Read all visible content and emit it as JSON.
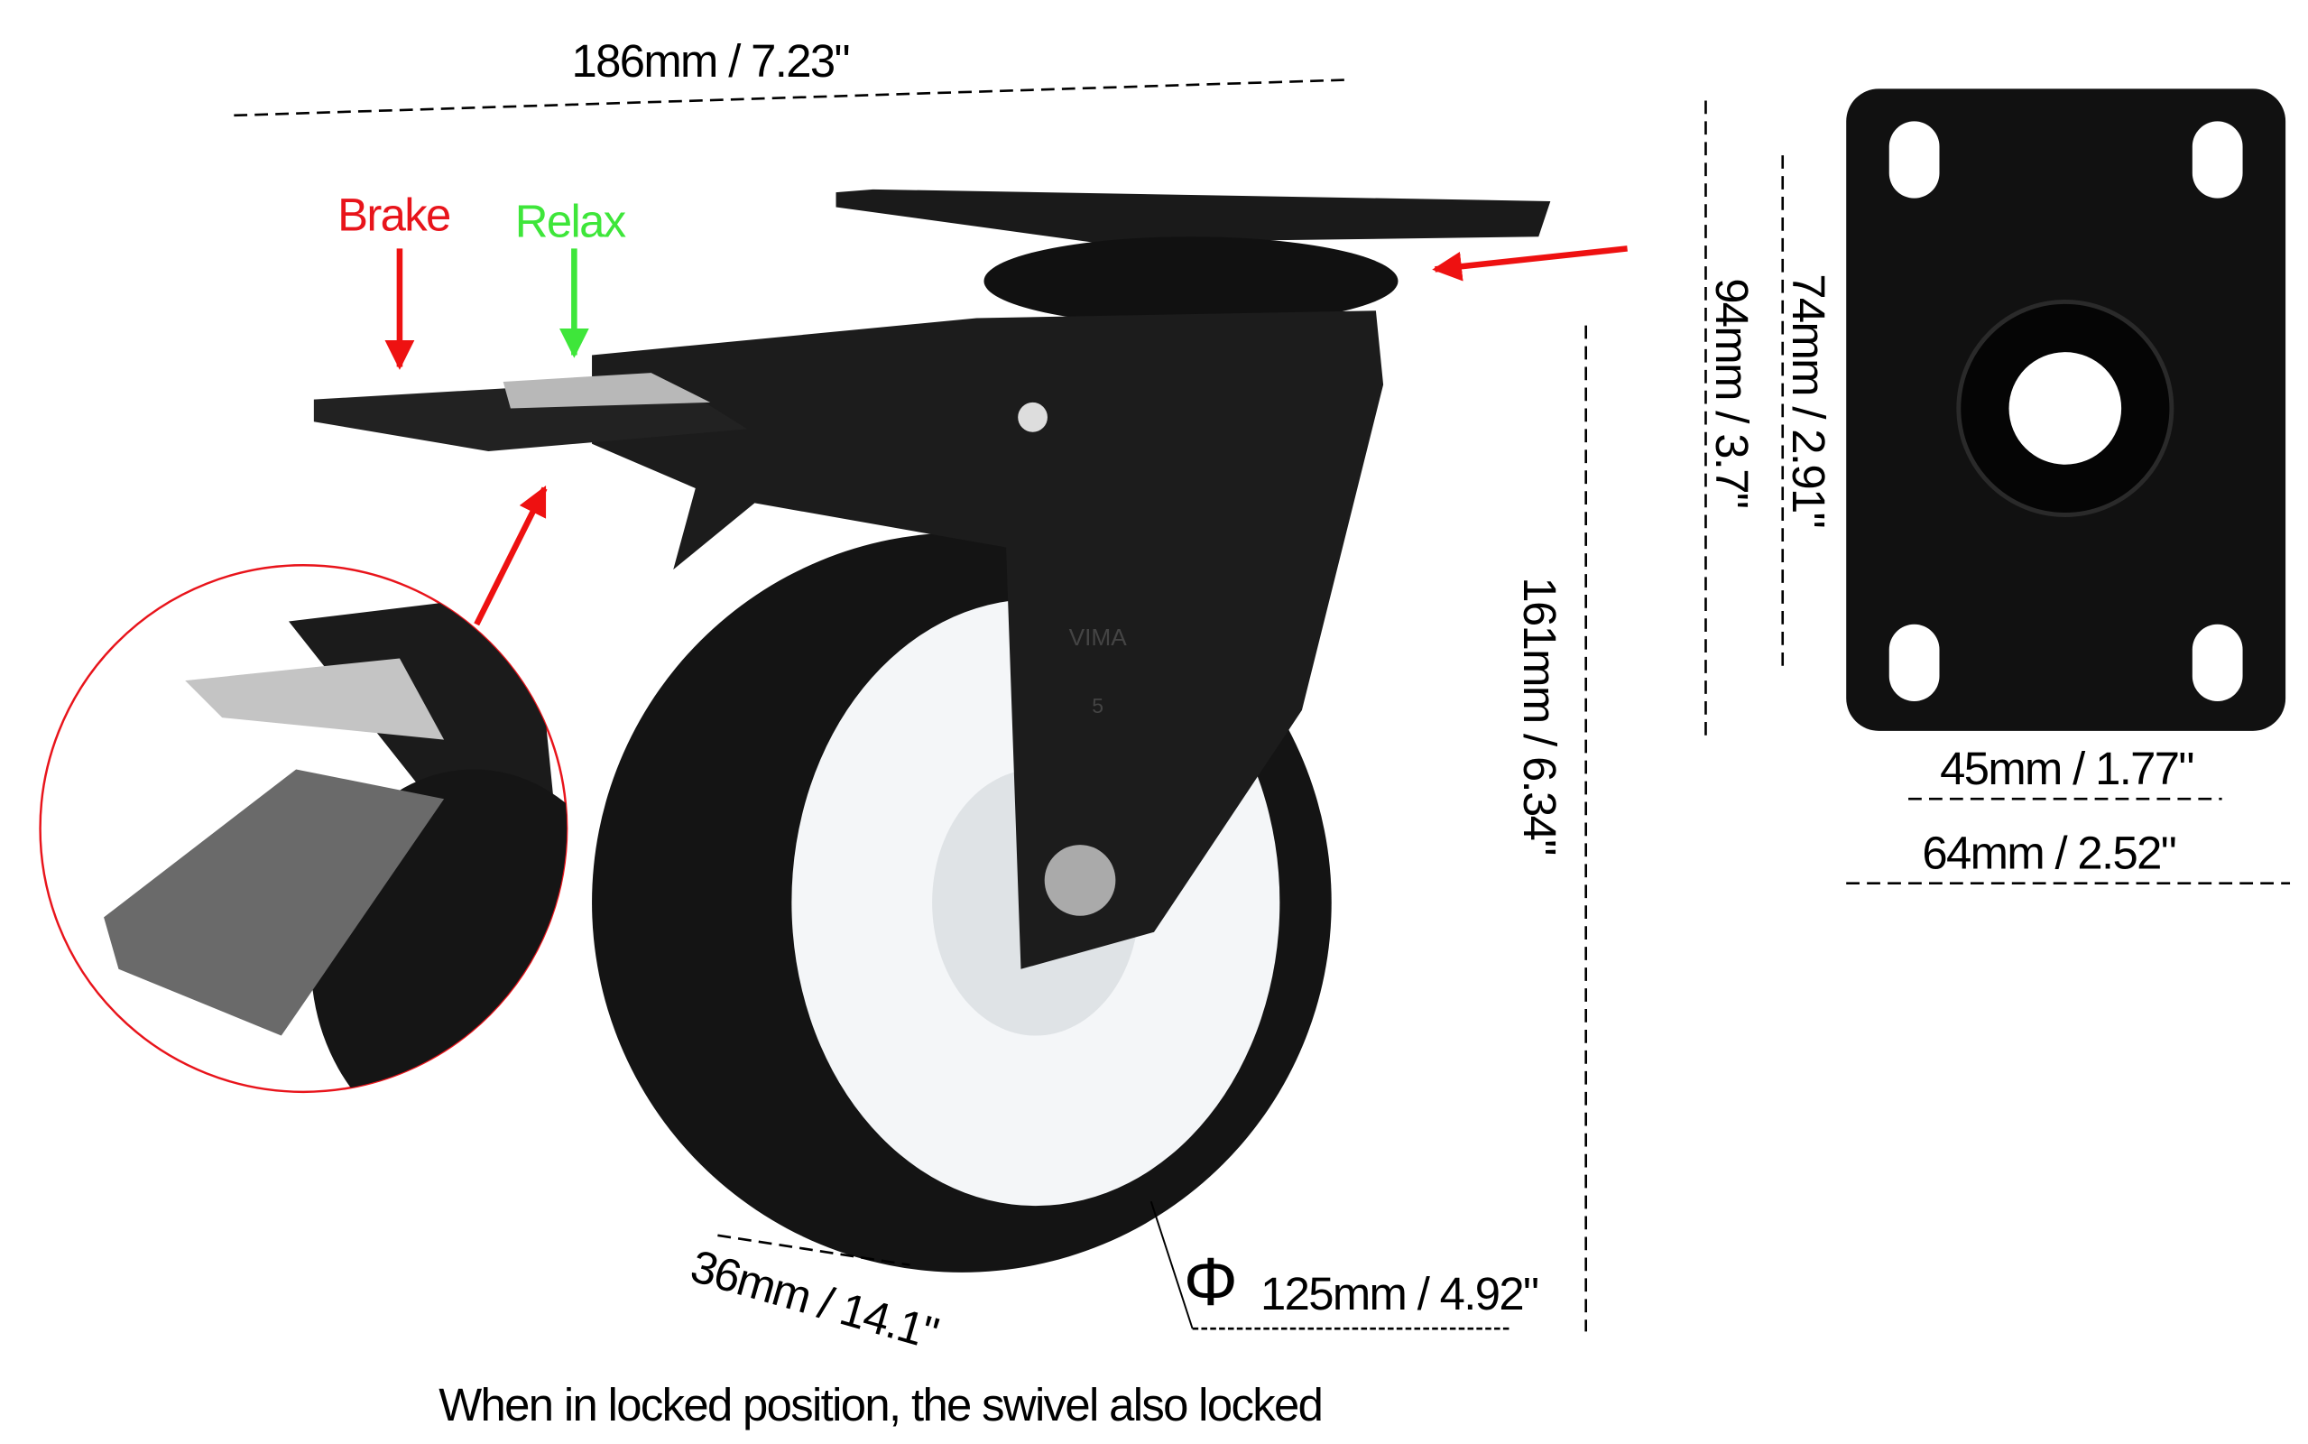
{
  "dimensions": {
    "overall_width": "186mm / 7.23\"",
    "height": "161mm / 6.34\"",
    "wheel_width": "36mm / 14.1\"",
    "wheel_diameter_symbol": "Φ",
    "wheel_diameter": "125mm / 4.92\"",
    "plate_hole_spacing_long": "74mm / 2.91\"",
    "plate_length": "94mm / 3.7\"",
    "plate_hole_spacing_short": "45mm / 1.77\"",
    "plate_width": "64mm / 2.52\""
  },
  "labels": {
    "brake": "Brake",
    "relax": "Relax",
    "caption": "When in locked position, the swivel also locked"
  },
  "logo": {
    "text": "VIMA",
    "number": "5"
  },
  "colors": {
    "brake": "#e8141b",
    "relax": "#3ee63a",
    "arrow": "#ee1111",
    "caster": "#151515",
    "hub": "#f4f6f8"
  }
}
